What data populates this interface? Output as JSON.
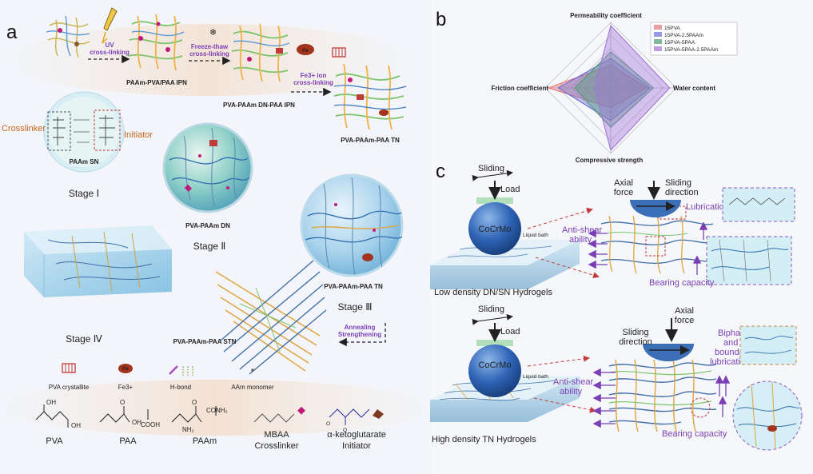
{
  "panel_a": {
    "letter": "a",
    "uv_line1": "UV",
    "uv_line2": "cross-linking",
    "ft_line1": "Freeze-thaw",
    "ft_line2": "cross-linking",
    "fe_line1": "Fe3+ ion",
    "fe_line2": "cross-linking",
    "label_ipn1": "PAAm-PVA/PAA IPN",
    "label_ipn2": "PVA-PAAm DN-PAA IPN",
    "label_tn": "PVA-PAAm-PAA TN",
    "crosslinker": "Crosslinker",
    "initiator": "Initiator",
    "paam_sn": "PAAm SN",
    "stage1": "Stage Ⅰ",
    "pva_paam_dn": "PVA-PAAm DN",
    "stage2": "Stage Ⅱ",
    "pva_paam_paa_tn": "PVA-PAAm-PAA TN",
    "stage3": "Stage Ⅲ",
    "pva_paam_paa_stn": "PVA-PAAm-PAA STN",
    "stage4": "Stage Ⅳ",
    "annealing_line1": "Annealing",
    "annealing_line2": "Strengthening",
    "legend": {
      "pva_crystallite": "PVA crystallite",
      "fe3": "Fe3+",
      "hbond": "H-bond",
      "aam": "AAm monomer",
      "fe_icon": "Fe",
      "pva": "PVA",
      "paa": "PAA",
      "paam": "PAAm",
      "mbaa_line1": "MBAA",
      "mbaa_line2": "Crosslinker",
      "akg": "α-ketoglutarate",
      "initiator": "Initiator"
    },
    "chem": {
      "oh": "OH",
      "cooh": "COOH",
      "conh2": "CONH₂",
      "nh2": "NH₂",
      "o": "O"
    }
  },
  "panel_b": {
    "letter": "b",
    "axes": [
      "Permeability coefficient",
      "Water content",
      "Compressive strength",
      "Friction coefficient"
    ],
    "legend": [
      "15PVA",
      "15PVA-2.5PAAm",
      "15PVA-5PAA",
      "15PVA-5PAA-2.5PAAm"
    ],
    "colors": [
      "#e57373",
      "#6a6fd6",
      "#4f9a75",
      "#a374d8"
    ]
  },
  "chart_data": {
    "type": "radar",
    "axes": [
      "Permeability coefficient",
      "Water content",
      "Compressive strength",
      "Friction coefficient"
    ],
    "series": [
      {
        "name": "15PVA",
        "values": [
          0.35,
          0.55,
          0.3,
          0.95
        ]
      },
      {
        "name": "15PVA-2.5PAAm",
        "values": [
          0.45,
          0.6,
          0.5,
          0.8
        ]
      },
      {
        "name": "15PVA-5PAA",
        "values": [
          0.55,
          0.65,
          0.6,
          0.55
        ]
      },
      {
        "name": "15PVA-5PAA-2.5PAAm",
        "values": [
          0.95,
          0.9,
          0.95,
          0.25
        ]
      }
    ],
    "range": [
      0,
      1
    ]
  },
  "panel_c": {
    "letter": "c",
    "top": {
      "sliding": "Sliding",
      "load": "Load",
      "ball": "CoCrMo",
      "liquid": "Liquid bath",
      "axial_line1": "Axial",
      "axial_line2": "force",
      "sliding_dir_line1": "Sliding",
      "sliding_dir_line2": "direction",
      "lubrication": "Lubrication",
      "anti_shear_line1": "Anti-shear",
      "anti_shear_line2": "ability",
      "bearing": "Bearing capacity",
      "caption": "Low density DN/SN Hydrogels"
    },
    "bottom": {
      "sliding": "Sliding",
      "load": "Load",
      "ball": "CoCrMo",
      "liquid": "Liquid bath",
      "axial_line1": "Axial",
      "axial_line2": "force",
      "sliding_dir_line1": "Sliding",
      "sliding_dir_line2": "direction",
      "biphasic_line1": "Biphasic",
      "biphasic_line2": "and",
      "biphasic_line3": "boundary",
      "biphasic_line4": "lubrication",
      "anti_shear_line1": "Anti-shear",
      "anti_shear_line2": "ability",
      "bearing": "Bearing capacity",
      "caption": "High density TN Hydrogels"
    }
  }
}
